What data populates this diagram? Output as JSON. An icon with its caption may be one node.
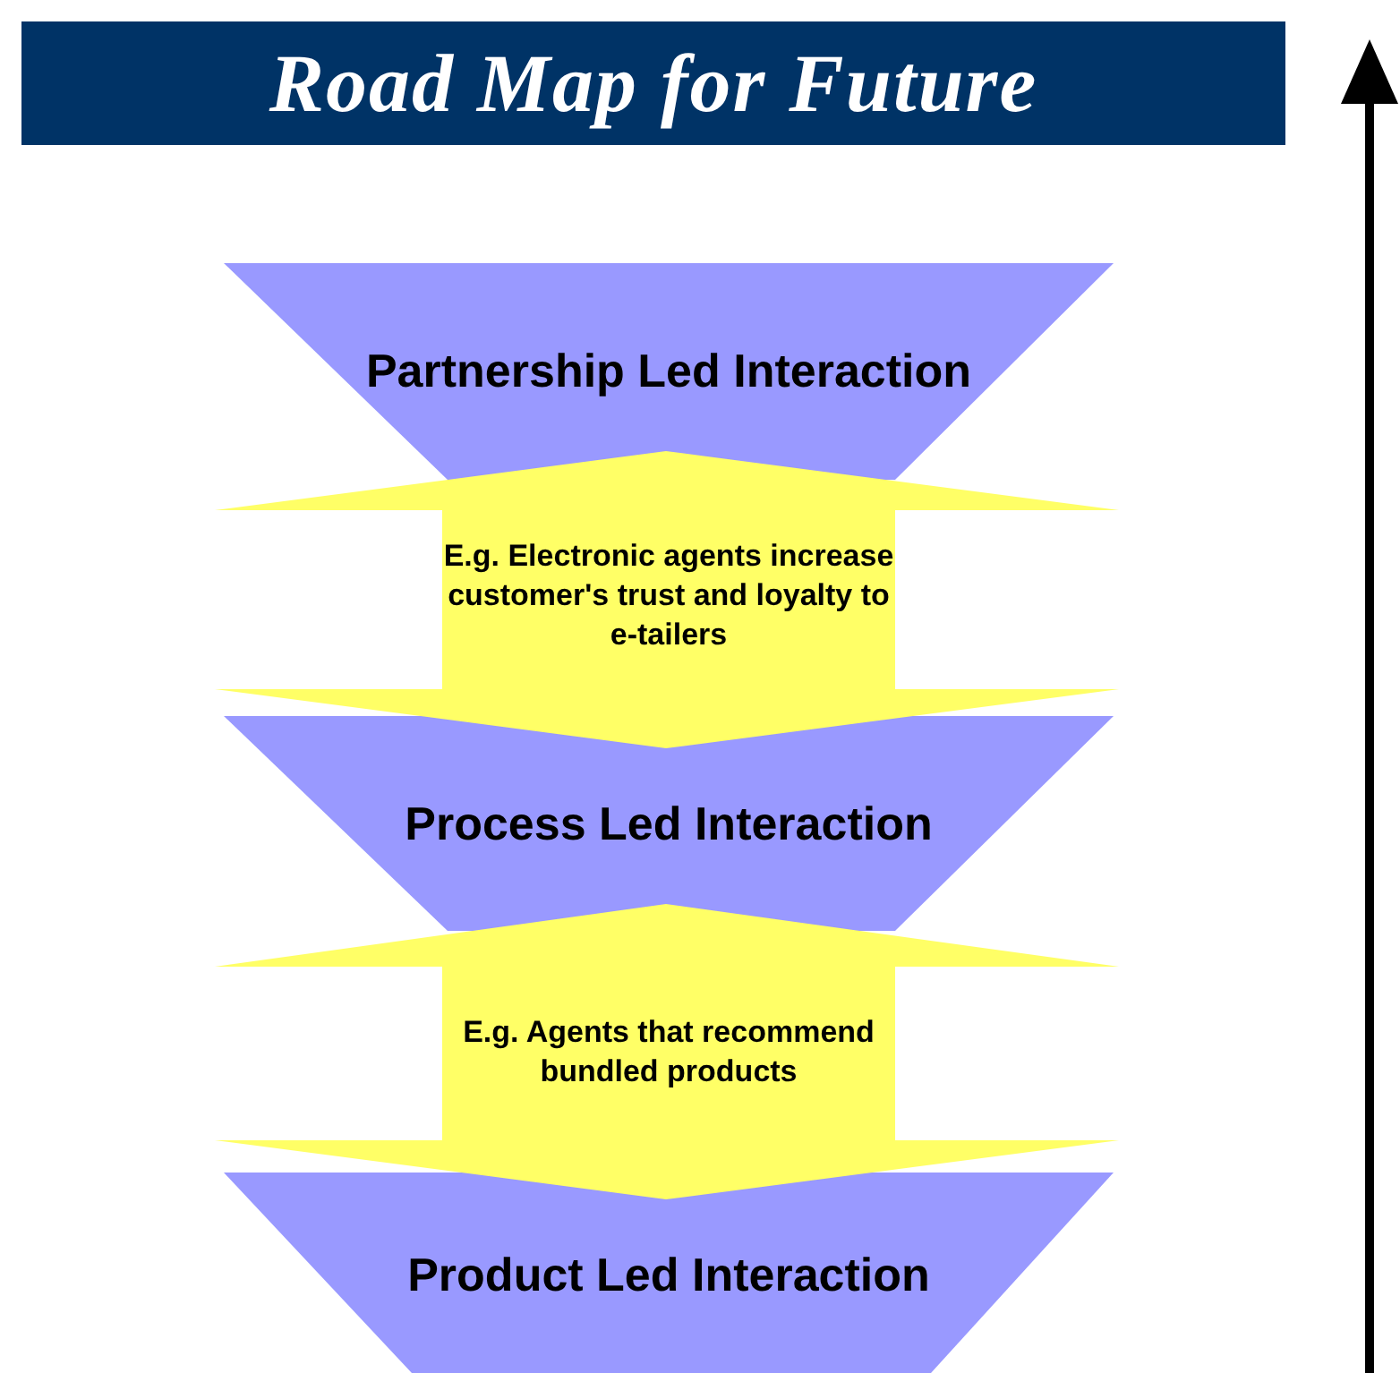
{
  "diagram": {
    "title": "Road Map for Future",
    "nodes": [
      {
        "text": [
          "Partnership Led Interaction"
        ]
      },
      {
        "text": [
          "E.g. Electronic agents increase customer's trust and loyalty to e-tailers"
        ]
      },
      {
        "text": [
          "Process Led Interaction"
        ]
      },
      {
        "text": [
          "E.g. Agents that recommend bundled products"
        ]
      },
      {
        "text": [
          "Product Led Interaction"
        ]
      }
    ]
  }
}
